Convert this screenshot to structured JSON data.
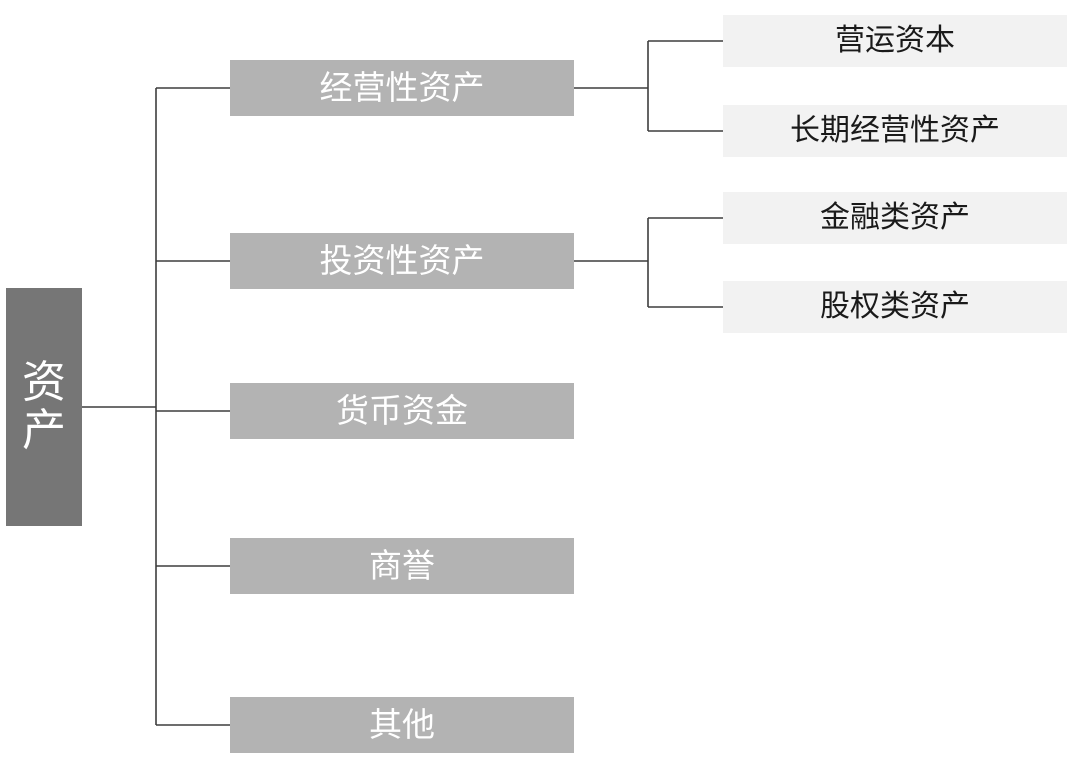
{
  "diagram": {
    "type": "tree",
    "title_node": {
      "label": "资产"
    },
    "colors": {
      "root_fill": "#767676",
      "level1_fill": "#b3b3b3",
      "level2_fill": "#f2f2f2",
      "root_text": "#ffffff",
      "level1_text": "#ffffff",
      "level2_text": "#1a1a1a",
      "connector": "#3d3d3d",
      "background": "#ffffff"
    },
    "level1": [
      {
        "label": "经营性资产"
      },
      {
        "label": "投资性资产"
      },
      {
        "label": "货币资金"
      },
      {
        "label": "商誉"
      },
      {
        "label": "其他"
      }
    ],
    "level2": [
      {
        "label": "营运资本",
        "parent": "经营性资产"
      },
      {
        "label": "长期经营性资产",
        "parent": "经营性资产"
      },
      {
        "label": "金融类资产",
        "parent": "投资性资产"
      },
      {
        "label": "股权类资产",
        "parent": "投资性资产"
      }
    ]
  }
}
